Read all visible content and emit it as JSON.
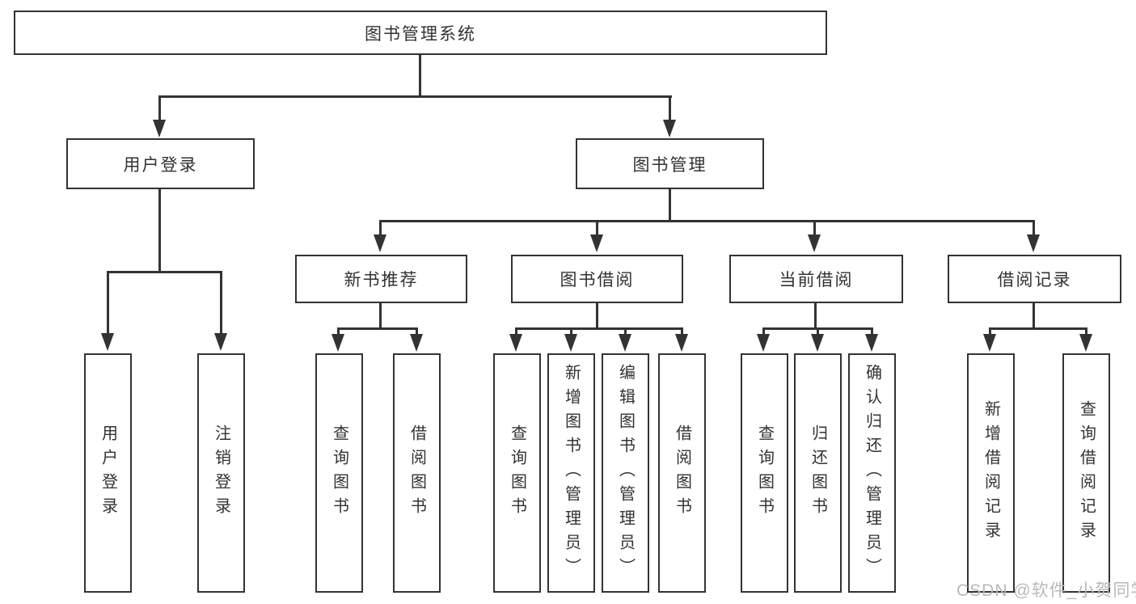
{
  "diagram": {
    "root": "图书管理系统",
    "level2": {
      "user_login": "用户登录",
      "book_mgmt": "图书管理"
    },
    "level3": {
      "new_book": "新书推荐",
      "book_borrow": "图书借阅",
      "current_borrow": "当前借阅",
      "borrow_record": "借阅记录"
    },
    "leaves": {
      "user_login": [
        "用户登录",
        "注销登录"
      ],
      "new_book": [
        "查询图书",
        "借阅图书"
      ],
      "book_borrow": [
        "查询图书",
        "新增图书（管理员）",
        "编辑图书（管理员）",
        "借阅图书"
      ],
      "current_borrow": [
        "查询图书",
        "归还图书",
        "确认归还（管理员）"
      ],
      "borrow_record": [
        "新增借阅记录",
        "查询借阅记录"
      ]
    }
  },
  "watermark": {
    "text": "CSDN @软件_小贺同学"
  },
  "colors": {
    "line": "#333333",
    "box_border": "#333333",
    "box_fill": "#ffffff",
    "text": "#323232",
    "watermark": "#b9b9b9"
  }
}
